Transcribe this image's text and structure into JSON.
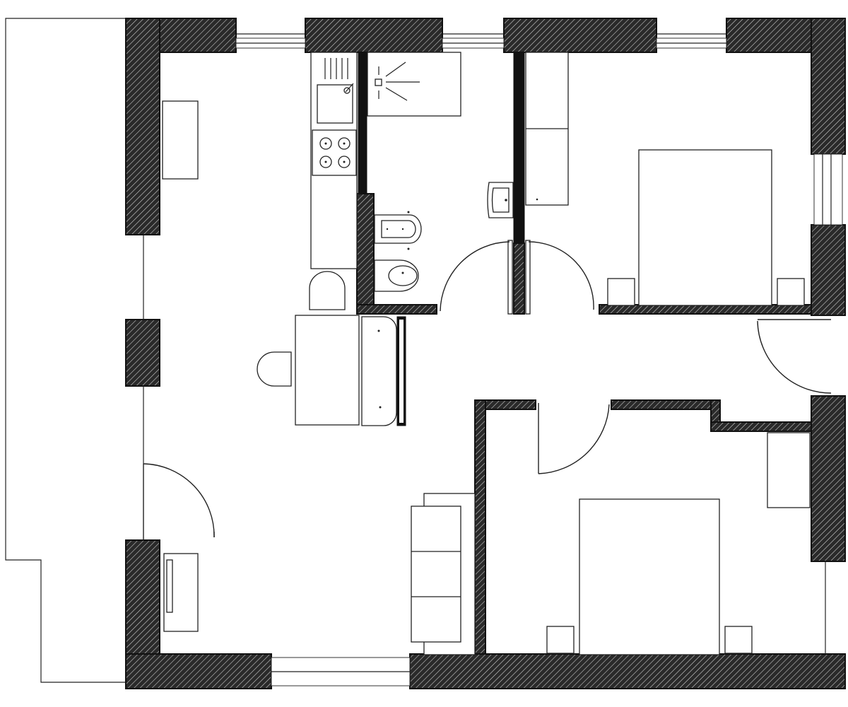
{
  "drawing": {
    "type": "floor-plan",
    "style": "hand-hatched walls, line-drawn furniture",
    "colors": {
      "wall": "#111111",
      "line": "#222222",
      "background": "#ffffff"
    }
  },
  "rooms": [
    {
      "id": "living-kitchen",
      "fixtures": [
        "kitchen-counter",
        "sink",
        "cooktop",
        "dining-table",
        "chairs",
        "sideboard",
        "cabinet",
        "sofa"
      ]
    },
    {
      "id": "bathroom",
      "fixtures": [
        "shower-tray",
        "washbasin",
        "bidet",
        "toilet"
      ]
    },
    {
      "id": "bedroom-1",
      "fixtures": [
        "double-bed",
        "nightstands",
        "wardrobe"
      ]
    },
    {
      "id": "bedroom-2",
      "fixtures": [
        "double-bed",
        "nightstands",
        "wardrobe"
      ]
    },
    {
      "id": "hall"
    },
    {
      "id": "balcony"
    }
  ]
}
